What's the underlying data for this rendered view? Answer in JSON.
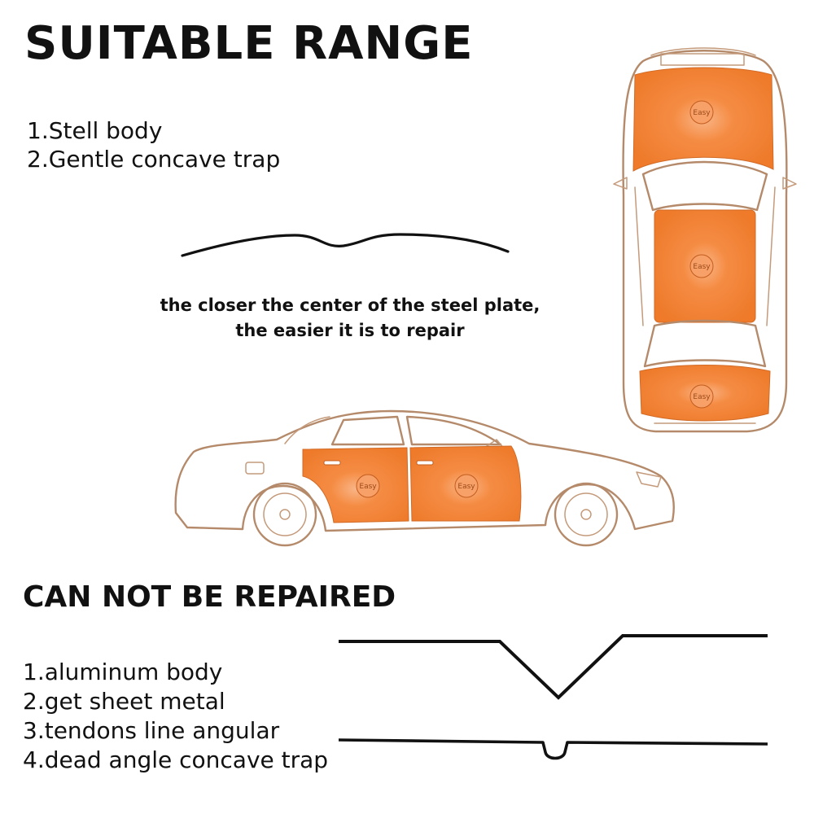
{
  "suitable": {
    "title": "SUITABLE RANGE",
    "items": [
      "1.Stell body",
      "2.Gentle concave trap"
    ],
    "caption_line1": "the closer the center of the steel plate,",
    "caption_line2": "the easier it is to repair"
  },
  "badges": {
    "easy_label": "Easy"
  },
  "not_repairable": {
    "title": "CAN NOT BE REPAIRED",
    "items": [
      "1.aluminum body",
      "2.get sheet metal",
      "3.tendons line angular",
      "4.dead angle concave trap"
    ]
  },
  "colors": {
    "panel_orange": "#f0802f",
    "panel_center": "#f7a067",
    "car_outline": "#b48a6a",
    "text": "#111111"
  }
}
